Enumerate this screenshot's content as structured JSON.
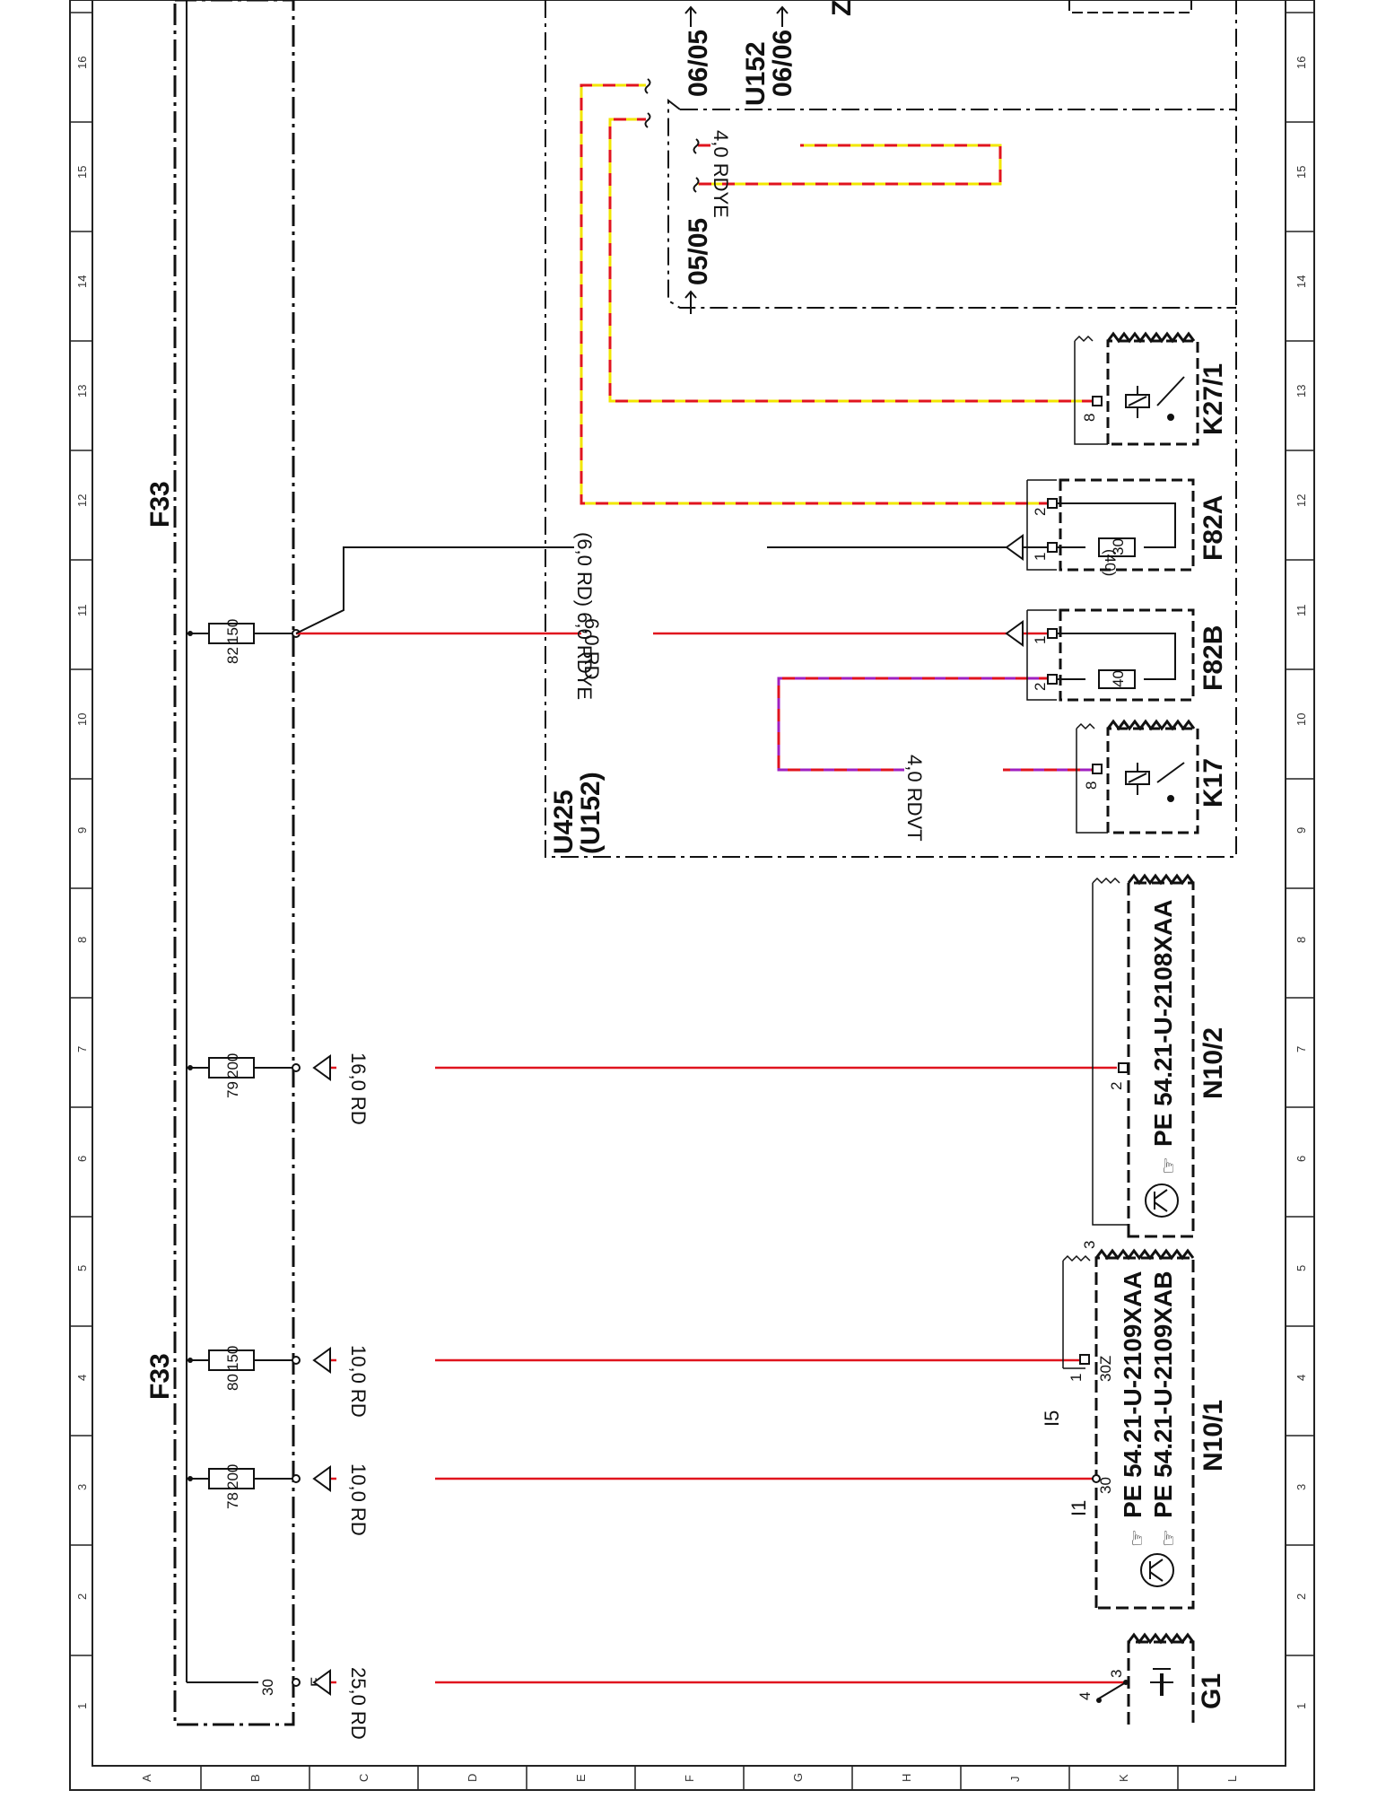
{
  "frame": {
    "row_labels": [
      "1",
      "2",
      "3",
      "4",
      "5",
      "6",
      "7",
      "8",
      "9",
      "10",
      "11",
      "12",
      "13",
      "14",
      "15",
      "16"
    ],
    "col_labels": [
      "A",
      "B",
      "C",
      "D",
      "E",
      "F",
      "G",
      "H",
      "J",
      "K",
      "L"
    ]
  },
  "colors": {
    "red": "#e0141e",
    "yellow": "#f2e600",
    "violet": "#a020c0",
    "black": "#111111"
  },
  "fuse_box": {
    "name": "F33",
    "name_2": "F33",
    "terminal_30": "30",
    "terminal_e": "E",
    "fuses": [
      {
        "pin": "78",
        "rating": "200"
      },
      {
        "pin": "80",
        "rating": "150"
      },
      {
        "pin": "79",
        "rating": "200"
      },
      {
        "pin": "82",
        "rating": "150"
      }
    ]
  },
  "wires": [
    {
      "label": "25,0 RD",
      "color": "red"
    },
    {
      "label": "10,0 RD",
      "color": "red"
    },
    {
      "label": "10,0 RD",
      "color": "red"
    },
    {
      "label": "16,0 RD",
      "color": "red"
    },
    {
      "label": "6,0 RD",
      "color": "red"
    },
    {
      "label": "(6,0 RD) 6,0 RDYE",
      "color": "black"
    },
    {
      "label": "4,0 RDVT",
      "color": "red-violet"
    },
    {
      "label": "4,0 RDYE",
      "color": "red-yellow"
    }
  ],
  "components": {
    "g1": {
      "name": "G1",
      "pin_4": "4",
      "pin_3": "3"
    },
    "n10_1": {
      "name": "N10/1",
      "part_1": "PE  54.21-U-2109XAA",
      "part_2": "PE  54.21-U-2109XAB",
      "conn_a": "I1",
      "conn_b": "I5",
      "pin_30": "30",
      "pin_30z": "30Z",
      "pin_1": "1",
      "pin_3": "3"
    },
    "n10_2": {
      "name": "N10/2",
      "part": "PE  54.21-U-2108XAA",
      "pin_2": "2"
    },
    "u425": {
      "name": "U425",
      "alt": "(U152)"
    },
    "k17": {
      "name": "K17",
      "pin": "8"
    },
    "f82b": {
      "name": "F82B",
      "rating": "40",
      "pin_1": "1",
      "pin_2": "2"
    },
    "f82a": {
      "name": "F82A",
      "rating": "30",
      "rating_alt": "(40)",
      "pin_1": "1",
      "pin_2": "2"
    },
    "k27_1": {
      "name": "K27/1",
      "pin": "8"
    },
    "u152": {
      "name": "U152",
      "ref_1": "05/05",
      "ref_2": "06/05",
      "ref_3": "06/06",
      "partial": "Z"
    }
  }
}
